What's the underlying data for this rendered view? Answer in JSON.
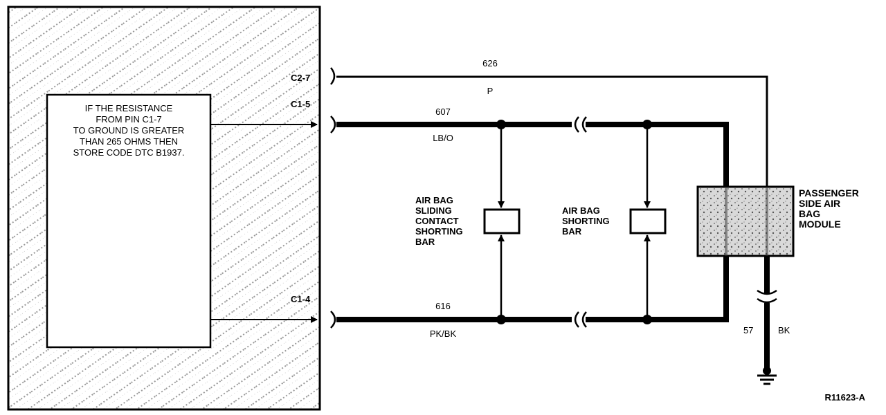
{
  "module_note": {
    "lines": [
      "IF THE RESISTANCE",
      "FROM PIN C1-7",
      "TO GROUND IS GREATER",
      "THAN 265 OHMS THEN",
      "STORE CODE DTC B1937."
    ]
  },
  "pins": {
    "c2_7": "C2-7",
    "c1_5": "C1-5",
    "c1_4": "C1-4"
  },
  "wires": {
    "w626": {
      "circuit": "626",
      "color": "P"
    },
    "w607": {
      "circuit": "607",
      "color": "LB/O"
    },
    "w616": {
      "circuit": "616",
      "color": "PK/BK"
    },
    "w57": {
      "circuit": "57",
      "color": "BK"
    }
  },
  "components": {
    "sliding_bar": [
      "AIR BAG",
      "SLIDING",
      "CONTACT",
      "SHORTING",
      "BAR"
    ],
    "shorting_bar": [
      "AIR BAG",
      "SHORTING",
      "BAR"
    ],
    "passenger_module": [
      "PASSENGER",
      "SIDE AIR",
      "BAG",
      "MODULE"
    ]
  },
  "figure_id": "R11623-A"
}
